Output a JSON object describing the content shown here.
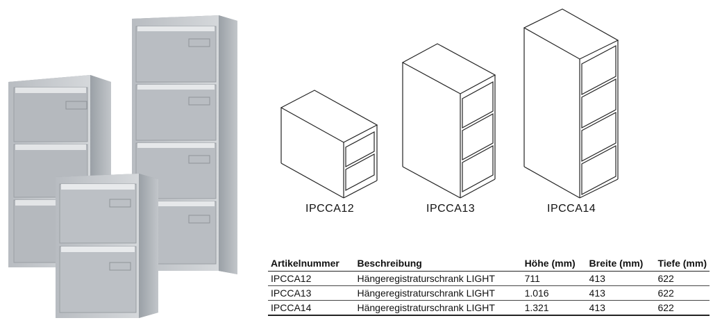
{
  "models": [
    {
      "name": "IPCCA12"
    },
    {
      "name": "IPCCA13"
    },
    {
      "name": "IPCCA14"
    }
  ],
  "table": {
    "headers": [
      "Artikelnummer",
      "Beschreibung",
      "Höhe (mm)",
      "Breite (mm)",
      "Tiefe (mm)"
    ],
    "rows": [
      [
        "IPCCA12",
        "Hängeregistraturschrank LIGHT",
        "711",
        "413",
        "622"
      ],
      [
        "IPCCA13",
        "Hängeregistraturschrank LIGHT",
        "1.016",
        "413",
        "622"
      ],
      [
        "IPCCA14",
        "Hängeregistraturschrank LIGHT",
        "1.321",
        "413",
        "622"
      ]
    ]
  },
  "colors": {
    "cabinet_light": "#c9ccd0",
    "cabinet_mid": "#aeb2b7",
    "cabinet_dark": "#8d9298",
    "line": "#222222",
    "accent_red": "#7a2a2a"
  }
}
